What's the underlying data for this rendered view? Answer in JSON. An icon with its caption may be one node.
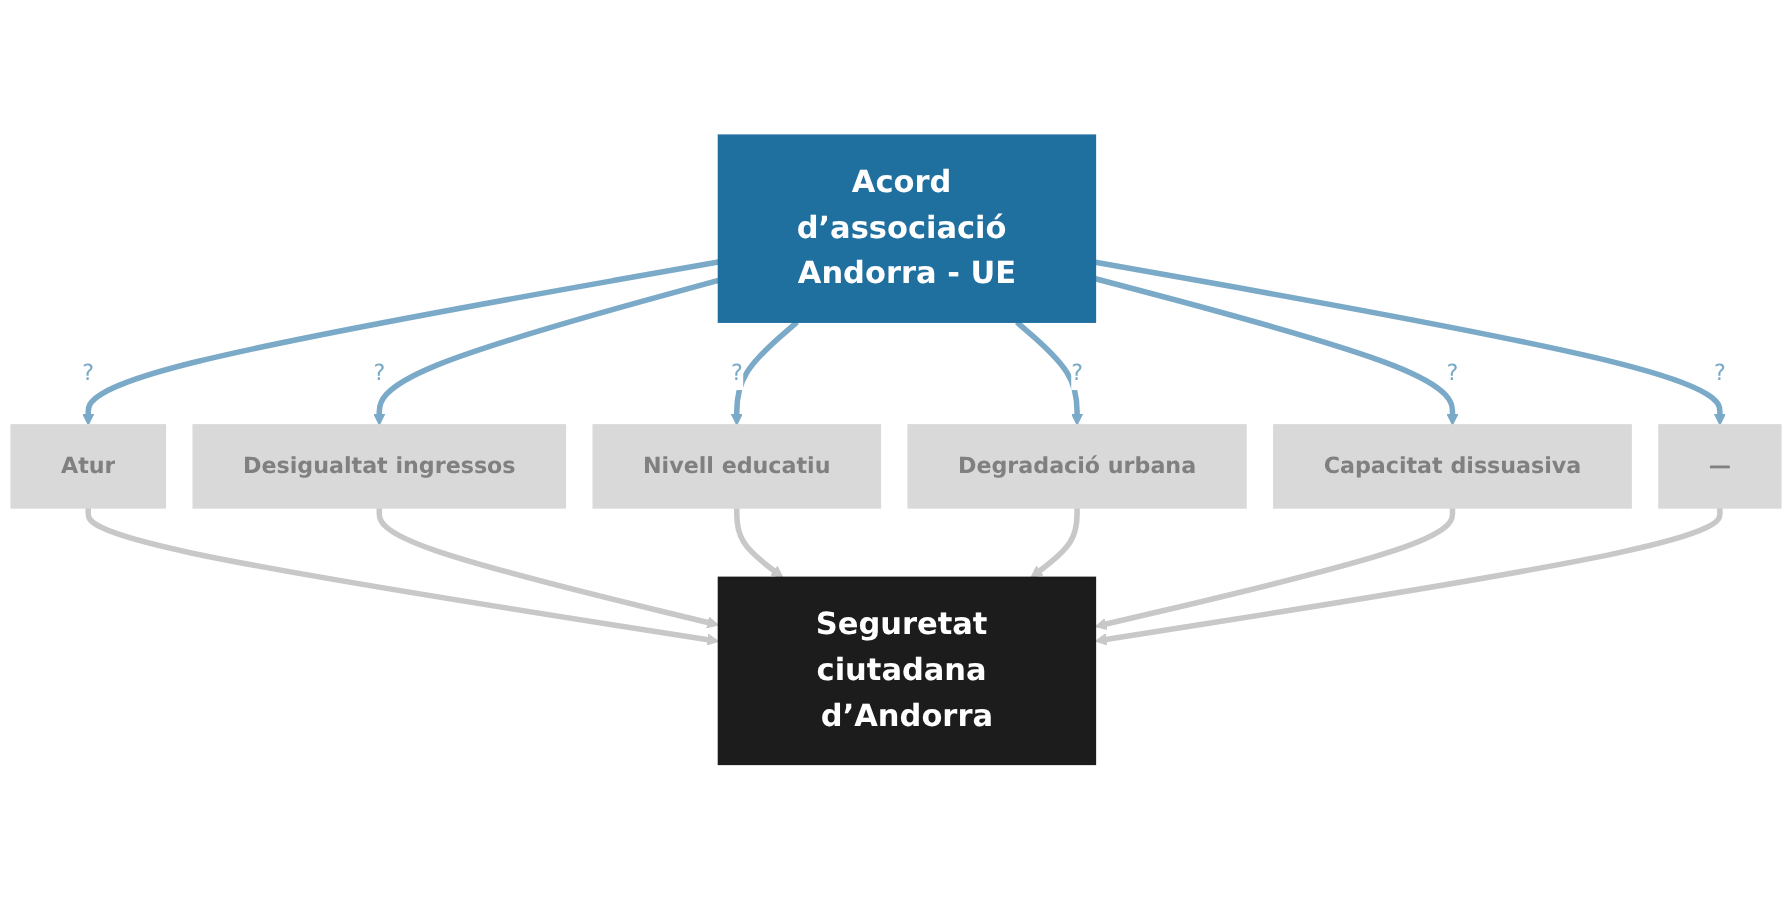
{
  "diagram": {
    "nodes": [
      {
        "text": [
          "Acord d’associació Andorra - UE"
        ]
      },
      {
        "text": [
          "Atur"
        ]
      },
      {
        "text": [
          "Desigualtat ingressos"
        ]
      },
      {
        "text": [
          "Nivell educatiu"
        ]
      },
      {
        "text": [
          "Degradació urbana"
        ]
      },
      {
        "text": [
          "Capacitat dissuasiva"
        ]
      },
      {
        "text": [
          "—"
        ]
      },
      {
        "text": [
          "Seguretat ciutadana d’Andorra"
        ]
      }
    ],
    "edges": [
      {
        "from": 0,
        "to": 1,
        "arrow": "to",
        "label": "?",
        "color": "#7aaac8"
      },
      {
        "from": 0,
        "to": 2,
        "arrow": "to",
        "label": "?",
        "color": "#7aaac8"
      },
      {
        "from": 0,
        "to": 3,
        "arrow": "to",
        "label": "?",
        "color": "#7aaac8"
      },
      {
        "from": 0,
        "to": 4,
        "arrow": "to",
        "label": "?",
        "color": "#7aaac8"
      },
      {
        "from": 0,
        "to": 5,
        "arrow": "to",
        "label": "?",
        "color": "#7aaac8"
      },
      {
        "from": 0,
        "to": 6,
        "arrow": "to",
        "label": "?",
        "color": "#7aaac8"
      },
      {
        "from": 1,
        "to": 7,
        "arrow": "to",
        "color": "#c8c8c8"
      },
      {
        "from": 2,
        "to": 7,
        "arrow": "to",
        "color": "#c8c8c8"
      },
      {
        "from": 3,
        "to": 7,
        "arrow": "to",
        "color": "#c8c8c8"
      },
      {
        "from": 4,
        "to": 7,
        "arrow": "to",
        "color": "#c8c8c8"
      },
      {
        "from": 5,
        "to": 7,
        "arrow": "to",
        "color": "#c8c8c8"
      },
      {
        "from": 6,
        "to": 7,
        "arrow": "to",
        "color": "#c8c8c8"
      }
    ]
  }
}
